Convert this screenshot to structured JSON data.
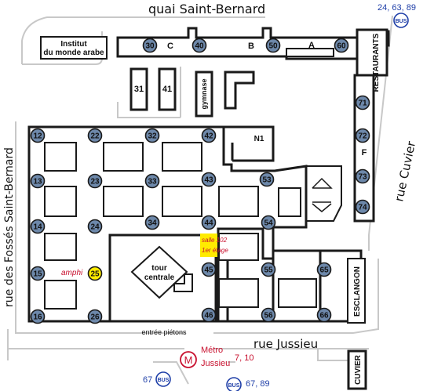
{
  "streets": {
    "north": "quai  Saint-Bernard",
    "west": "rue des Fossés Saint-Bernard",
    "east": "rue Cuvier",
    "south": "rue Jussieu"
  },
  "buildings": {
    "institut_line1": "Institut",
    "institut_line2": "du monde arabe",
    "restaurants": "RESTAURANTS",
    "gymnase": "gymnase",
    "tour_centrale_line1": "tour",
    "tour_centrale_line2": "centrale",
    "esclangon": "ESCLANGON",
    "cuvier": "CUVIER"
  },
  "wings": [
    "C",
    "B",
    "A",
    "F",
    "N1"
  ],
  "towers": [
    "30",
    "40",
    "50",
    "60",
    "31",
    "41",
    "71",
    "72",
    "73",
    "74",
    "12",
    "22",
    "32",
    "42",
    "13",
    "23",
    "33",
    "43",
    "53",
    "14",
    "24",
    "34",
    "44",
    "54",
    "15",
    "25",
    "45",
    "55",
    "65",
    "16",
    "26",
    "46",
    "56",
    "66"
  ],
  "labels": {
    "amphi": "amphi",
    "salle_line1": "salle 102",
    "salle_line2": "1er  étage",
    "entree": "entrée piétons"
  },
  "transit": {
    "bus_label": "BUS",
    "bus_ne_lines": "24, 63, 89",
    "bus_sw_lines": "67",
    "bus_s_lines": "67, 89",
    "metro_symbol": "M",
    "metro_line1": "Métro",
    "metro_line2": "Jussieu",
    "metro_lines": "7, 10"
  },
  "colors": {
    "tower_blue": "#6d88aa",
    "highlight_yellow": "#ffeb00",
    "accent_red": "#c8102e",
    "transit_blue": "#1f3fa8"
  }
}
